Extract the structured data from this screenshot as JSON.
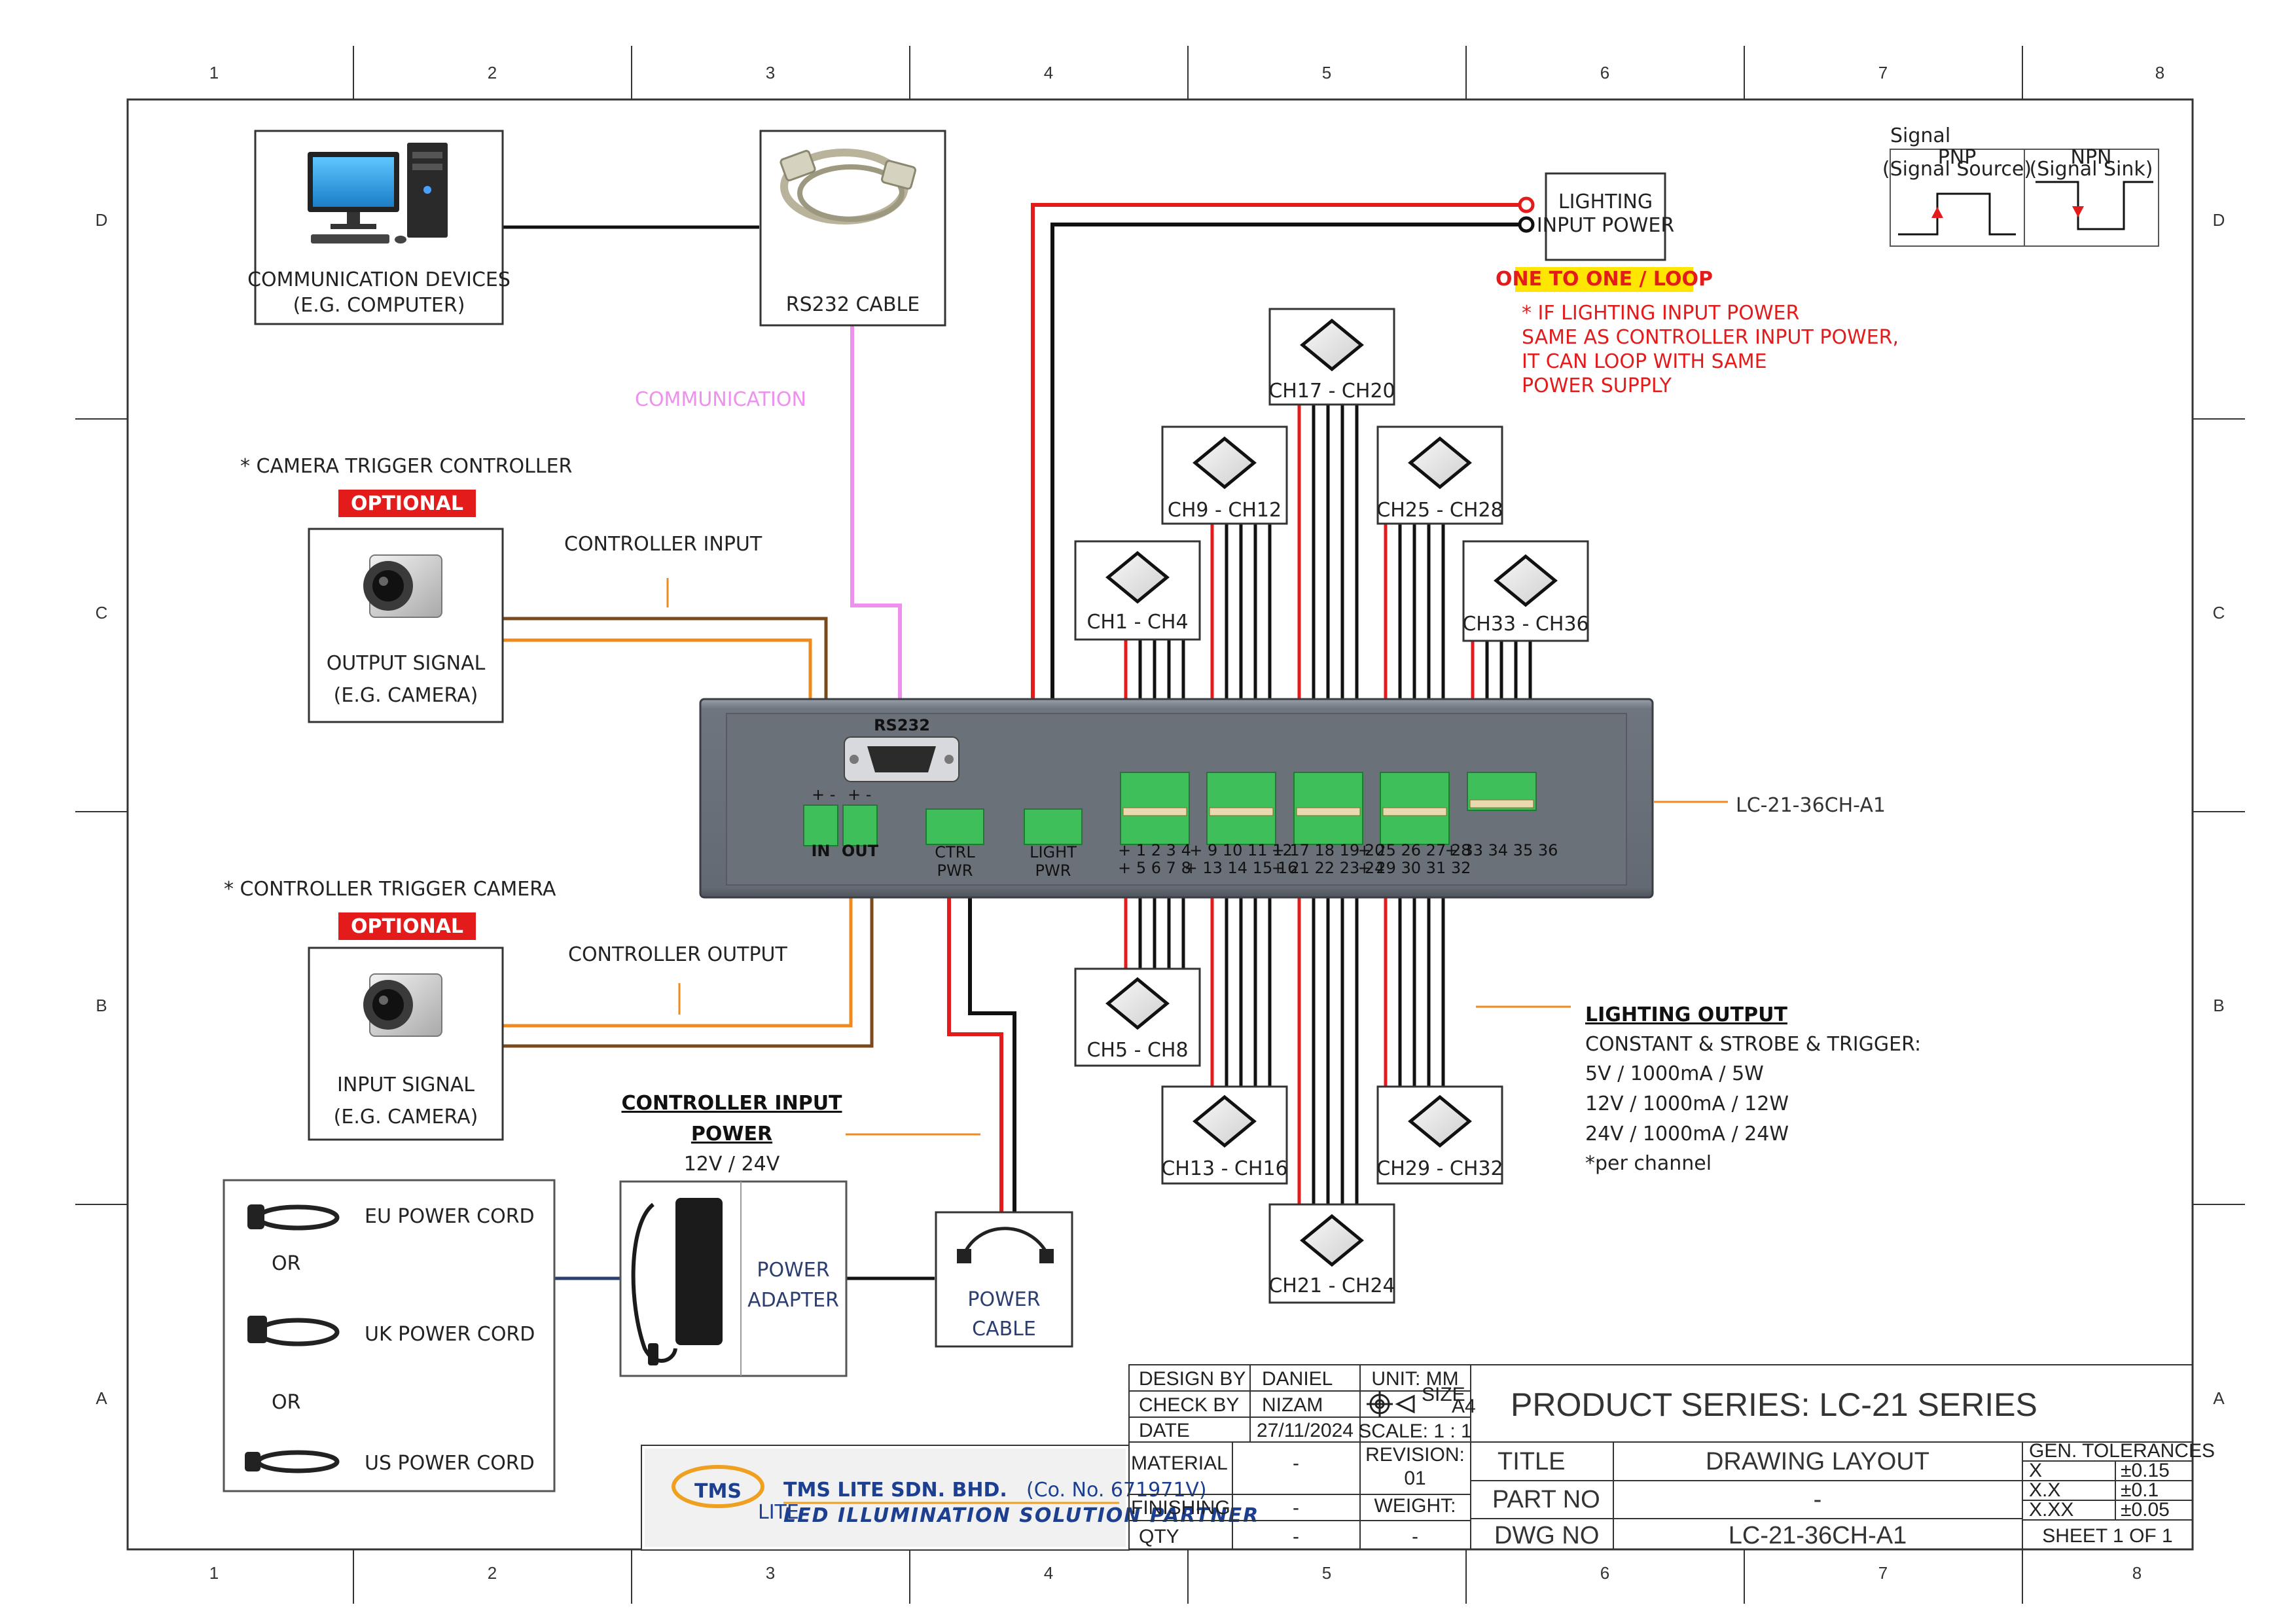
{
  "grid": {
    "columns": [
      "1",
      "2",
      "3",
      "4",
      "5",
      "6",
      "7",
      "8"
    ],
    "rows": [
      "D",
      "C",
      "B",
      "A"
    ]
  },
  "devices": {
    "computer": {
      "line1": "COMMUNICATION DEVICES",
      "line2": "(E.G. COMPUTER)"
    },
    "rs232_cable": "RS232 CABLE",
    "lighting_input_power": {
      "line1": "LIGHTING",
      "line2": "INPUT POWER"
    },
    "output_signal": {
      "line1": "OUTPUT SIGNAL",
      "line2": "(E.G. CAMERA)"
    },
    "input_signal": {
      "line1": "INPUT SIGNAL",
      "line2": "(E.G. CAMERA)"
    },
    "power_adapter": {
      "line1": "POWER",
      "line2": "ADAPTER"
    },
    "power_cable": {
      "line1": "POWER",
      "line2": "CABLE"
    },
    "power_cords": {
      "eu": "EU POWER CORD",
      "or1": "OR",
      "uk": "UK POWER CORD",
      "or2": "OR",
      "us": "US POWER CORD"
    }
  },
  "labels": {
    "communication": "COMMUNICATION",
    "camera_trigger_controller": "* CAMERA TRIGGER CONTROLLER",
    "controller_trigger_camera": "* CONTROLLER TRIGGER CAMERA",
    "optional": "OPTIONAL",
    "controller_input": "CONTROLLER INPUT",
    "controller_output": "CONTROLLER OUTPUT",
    "controller_input_power": {
      "line1": "CONTROLLER INPUT",
      "line2": "POWER",
      "line3": "12V / 24V"
    },
    "one_to_one_loop": "ONE TO ONE / LOOP",
    "loop_note": [
      "* IF LIGHTING INPUT POWER",
      "SAME AS CONTROLLER INPUT POWER,",
      "IT CAN LOOP WITH SAME",
      "POWER SUPPLY"
    ],
    "model": "LC-21-36CH-A1",
    "lighting_output": {
      "title": "LIGHTING OUTPUT",
      "lines": [
        "CONSTANT & STROBE & TRIGGER:",
        "5V / 1000mA / 5W",
        "12V / 1000mA / 12W",
        "24V / 1000mA / 24W",
        "*per channel"
      ]
    }
  },
  "signal_legend": {
    "title": "Signal",
    "pnp": {
      "line1": "PNP",
      "line2": "(Signal Source)"
    },
    "npn": {
      "line1": "NPN",
      "line2": "(Signal Sink)"
    }
  },
  "controller_panel": {
    "rs232": "RS232",
    "in": "IN",
    "out": "OUT",
    "ctrl_pwr": {
      "line1": "CTRL",
      "line2": "PWR"
    },
    "light_pwr": {
      "line1": "LIGHT",
      "line2": "PWR"
    },
    "plus_minus_a": "+  -",
    "plus_minus_b": "+  -",
    "terminal_rows": [
      {
        "top": "+ 1 2 3 4",
        "bottom": "+ 5 6 7 8"
      },
      {
        "top": "+ 9 10 11 12",
        "bottom": "+ 13 14 15 16"
      },
      {
        "top": "+ 17 18 19 20",
        "bottom": "+ 21 22 23 24"
      },
      {
        "top": "+ 25 26 27 28",
        "bottom": "+ 29 30 31 32"
      },
      {
        "top": "+ 33 34 35 36",
        "bottom": ""
      }
    ]
  },
  "lights": [
    {
      "id": "ch17",
      "label": "CH17 - CH20"
    },
    {
      "id": "ch9",
      "label": "CH9 - CH12"
    },
    {
      "id": "ch25",
      "label": "CH25 - CH28"
    },
    {
      "id": "ch1",
      "label": "CH1 - CH4"
    },
    {
      "id": "ch33",
      "label": "CH33 - CH36"
    },
    {
      "id": "ch5",
      "label": "CH5 - CH8"
    },
    {
      "id": "ch13",
      "label": "CH13 - CH16"
    },
    {
      "id": "ch29",
      "label": "CH29 - CH32"
    },
    {
      "id": "ch21",
      "label": "CH21 - CH24"
    }
  ],
  "title_block": {
    "design_by_label": "DESIGN BY",
    "design_by": "DANIEL",
    "check_by_label": "CHECK BY",
    "check_by": "NIZAM",
    "date_label": "DATE",
    "date": "27/11/2024",
    "unit": "UNIT:  MM",
    "size_label": "SIZE",
    "size": "A4",
    "scale": "SCALE: 1 : 1",
    "material_label": "MATERIAL",
    "material": "-",
    "revision_label": "REVISION:",
    "revision": "01",
    "finishing_label": "FINISHING",
    "finishing": "-",
    "weight_label": "WEIGHT:",
    "weight": "-",
    "qty_label": "QTY",
    "qty": "-",
    "product_series": "PRODUCT SERIES:  LC-21 SERIES",
    "title_label": "TITLE",
    "title": "DRAWING LAYOUT",
    "part_no_label": "PART NO",
    "part_no": "-",
    "dwg_no_label": "DWG NO",
    "dwg_no": "LC-21-36CH-A1",
    "tolerances_title": "GEN. TOLERANCES",
    "tolerances": [
      {
        "key": "X",
        "value": "±0.15"
      },
      {
        "key": "X.X",
        "value": "±0.1"
      },
      {
        "key": "X.XX",
        "value": "±0.05"
      }
    ],
    "sheet": "SHEET 1 OF 1"
  },
  "company": {
    "logo_text": "TMS",
    "logo_sub": "LITE",
    "name": "TMS LITE SDN. BHD.",
    "reg": "(Co. No. 671971V)",
    "tagline": "LED ILLUMINATION SOLUTION PARTNER"
  },
  "colors": {
    "red": "#e31b1b",
    "black": "#111111",
    "orange": "#ee8a1e",
    "brown": "#7a4a1c",
    "violet": "#ee90ee",
    "navy": "#2c3e70",
    "terminal_green": "#3fbf5a"
  }
}
